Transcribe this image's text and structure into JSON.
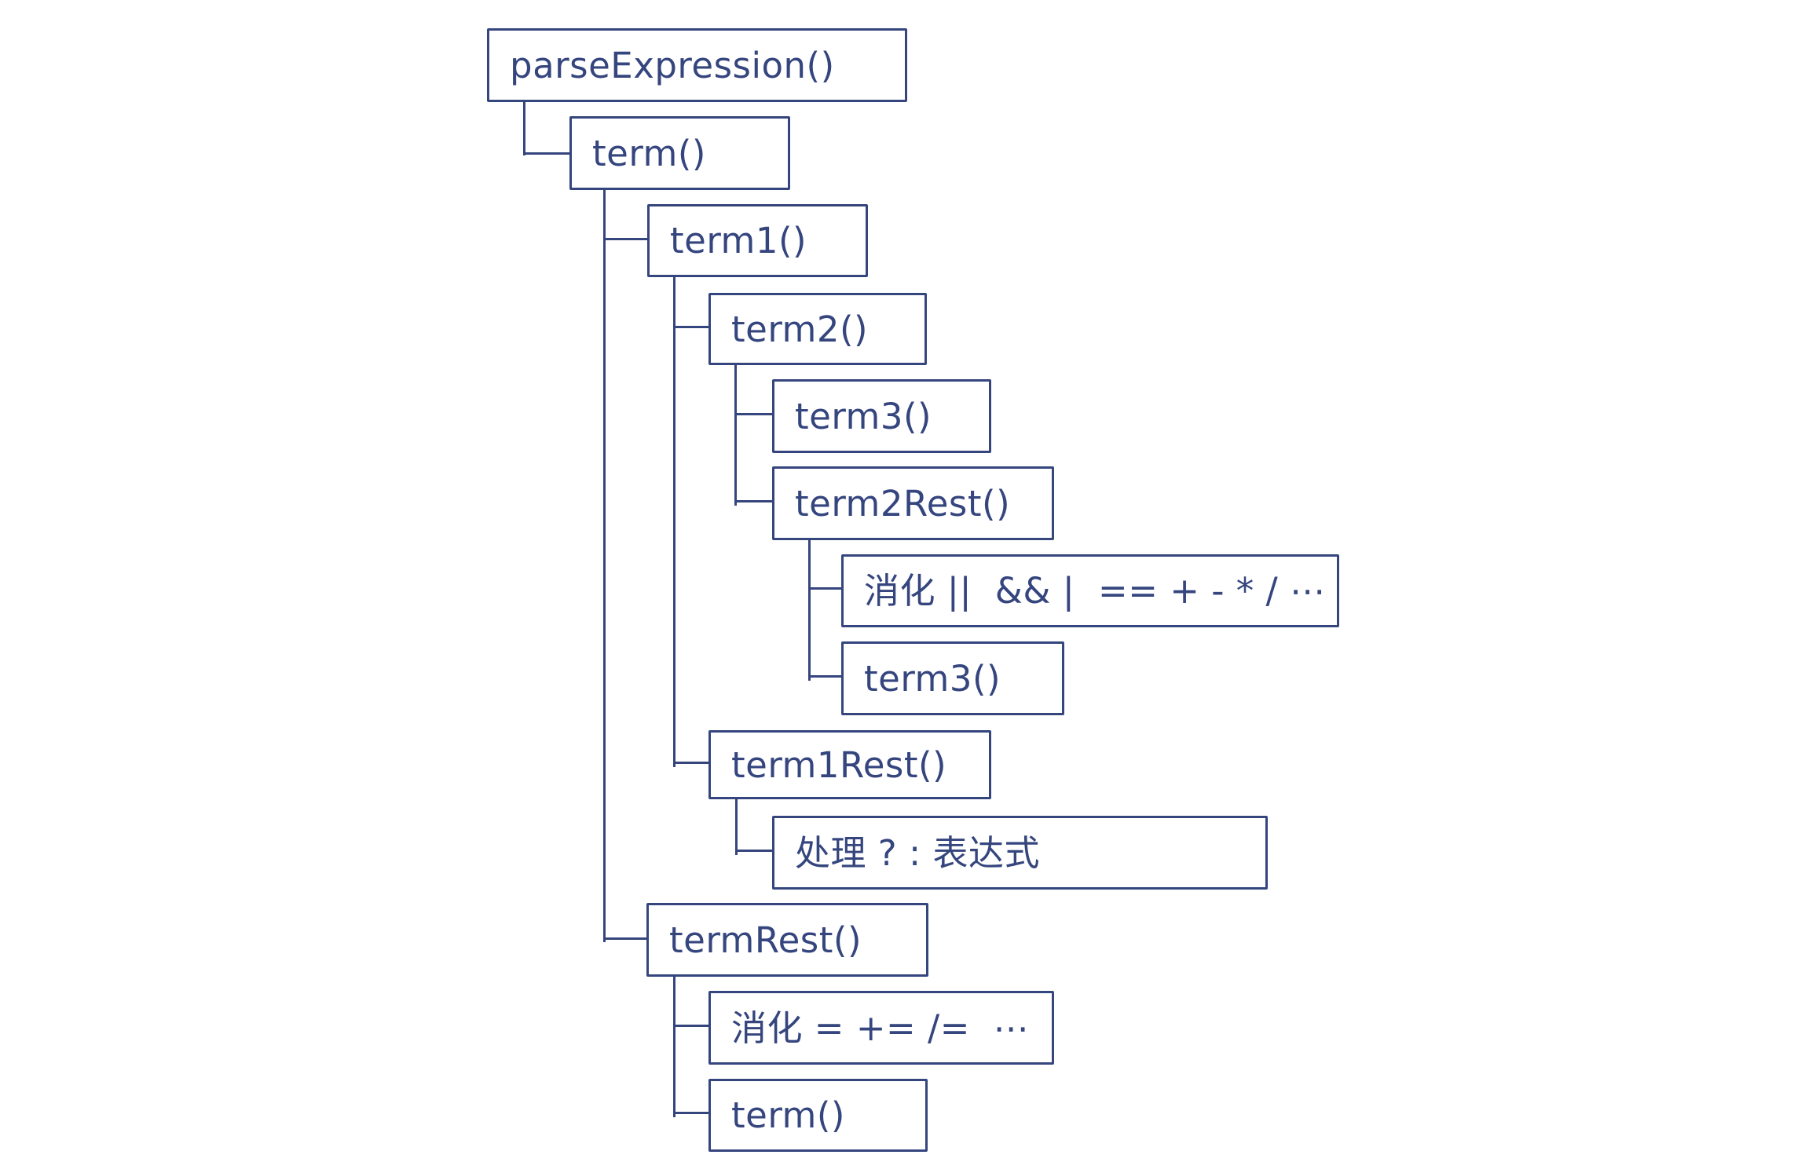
{
  "diagram": {
    "type": "tree",
    "stroke_color": "#35457e",
    "background_color": "#ffffff",
    "box_fill_color": "#ffffff",
    "nodes": {
      "parse_expression": {
        "label": "parseExpression()",
        "children": [
          "term"
        ]
      },
      "term": {
        "label": "term()",
        "children": [
          "term1",
          "term_rest"
        ]
      },
      "term1": {
        "label": "term1()",
        "children": [
          "term2",
          "term1_rest"
        ]
      },
      "term2": {
        "label": "term2()",
        "children": [
          "term3_a",
          "term2_rest"
        ]
      },
      "term3_a": {
        "label": "term3()",
        "children": []
      },
      "term2_rest": {
        "label": "term2Rest()",
        "children": [
          "consume_binary_ops",
          "term3_b"
        ]
      },
      "consume_binary_ops": {
        "label": "消化 ||  && |  == + - * / ⋯",
        "children": []
      },
      "term3_b": {
        "label": "term3()",
        "children": []
      },
      "term1_rest": {
        "label": "term1Rest()",
        "children": [
          "handle_ternary"
        ]
      },
      "handle_ternary": {
        "label": "处理 ? : 表达式",
        "children": []
      },
      "term_rest": {
        "label": "termRest()",
        "children": [
          "consume_assign_ops",
          "term_b"
        ]
      },
      "consume_assign_ops": {
        "label": "消化 = += /=  ⋯",
        "children": []
      },
      "term_b": {
        "label": "term()",
        "children": []
      }
    }
  }
}
